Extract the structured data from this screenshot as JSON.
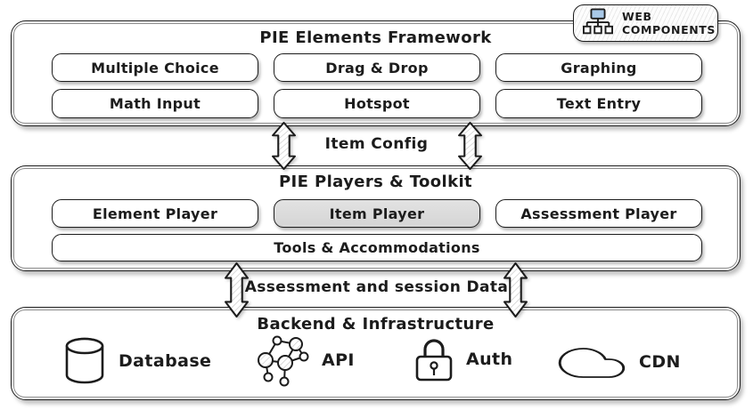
{
  "colors": {
    "ink": "#1c1c1c",
    "background": "#ffffff",
    "box_fill": "#ffffff",
    "highlight_fill": "#dbdbdb",
    "shadow": "#bdbdbd",
    "badge_screen": "#a9c9e8",
    "hatch_line": "#c9c9c9"
  },
  "framework": {
    "title": "PIE Elements Framework",
    "boxes": [
      {
        "label": "Multiple Choice"
      },
      {
        "label": "Drag & Drop"
      },
      {
        "label": "Graphing"
      },
      {
        "label": "Math Input"
      },
      {
        "label": "Hotspot"
      },
      {
        "label": "Text Entry"
      }
    ]
  },
  "badge": {
    "icon": "web-components-icon",
    "line1": "WEB",
    "line2": "COMPONENTS"
  },
  "connectors": {
    "item_config": "Item Config",
    "session_data": "Assessment and session Data"
  },
  "players": {
    "title": "PIE Players & Toolkit",
    "boxes": [
      {
        "label": "Element Player",
        "highlighted": false
      },
      {
        "label": "Item Player",
        "highlighted": true
      },
      {
        "label": "Assessment Player",
        "highlighted": false
      }
    ],
    "tools": {
      "label": "Tools & Accommodations"
    }
  },
  "backend": {
    "title": "Backend & Infrastructure",
    "items": [
      {
        "icon": "database-icon",
        "label": "Database"
      },
      {
        "icon": "api-network-icon",
        "label": "API"
      },
      {
        "icon": "auth-lock-icon",
        "label": "Auth"
      },
      {
        "icon": "cdn-cloud-icon",
        "label": "CDN"
      }
    ]
  }
}
